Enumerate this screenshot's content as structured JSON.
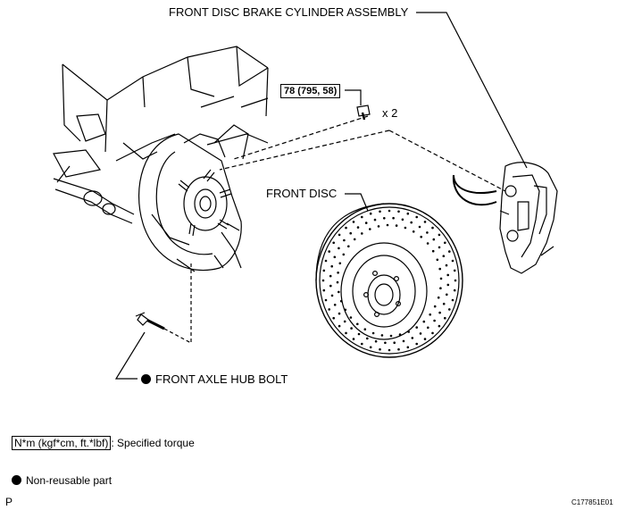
{
  "labels": {
    "caliper": "FRONT DISC BRAKE CYLINDER ASSEMBLY",
    "disc": "FRONT DISC",
    "hub_bolt": "FRONT AXLE HUB BOLT",
    "torque_value": "78 (795, 58)",
    "quantity": "x 2"
  },
  "legend": {
    "torque_units": "N*m (kgf*cm, ft.*lbf)",
    "torque_desc": ": Specified torque",
    "nonreusable": "Non-reusable part"
  },
  "footer": {
    "left_code": "P",
    "figure_id": "C177851E01"
  },
  "colors": {
    "ink": "#000000",
    "background": "#ffffff"
  }
}
